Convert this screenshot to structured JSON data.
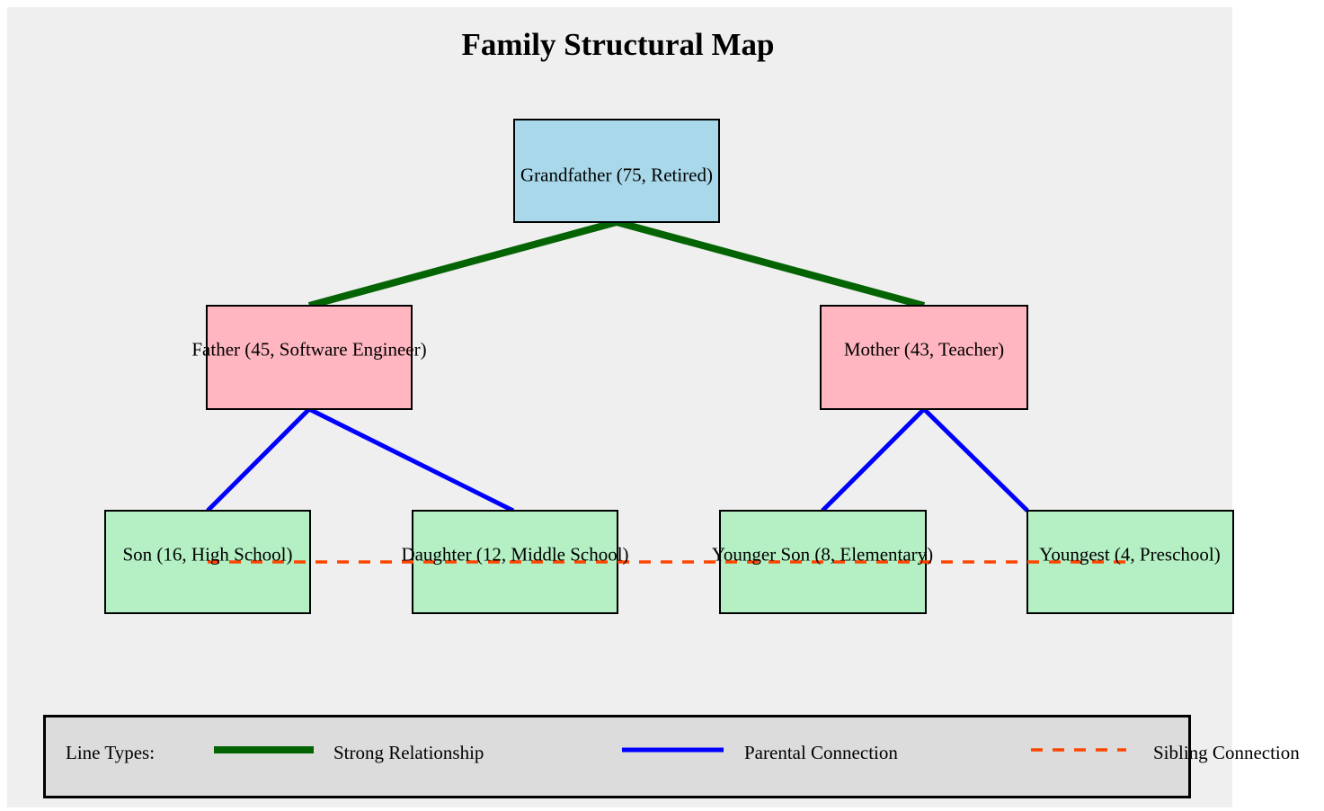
{
  "title": "Family Structural Map",
  "colors": {
    "figure_background": "#efefef",
    "grandparent_fill": "#a8d8ea",
    "parent_fill": "#ffb6c1",
    "child_fill": "#b4f0c4",
    "box_border": "#000000",
    "strong_relationship": "#046404",
    "parental_connection": "#0000ff",
    "sibling_connection": "#ff4500",
    "legend_fill": "#dcdcdc"
  },
  "nodes": {
    "grandfather": {
      "label": "Grandfather (75, Retired)"
    },
    "father": {
      "label": "Father (45, Software Engineer)"
    },
    "mother": {
      "label": "Mother (43, Teacher)"
    },
    "son": {
      "label": "Son (16, High School)"
    },
    "daughter": {
      "label": "Daughter (12, Middle School)"
    },
    "younger_son": {
      "label": "Younger Son (8, Elementary)"
    },
    "youngest": {
      "label": "Youngest (4, Preschool)"
    }
  },
  "edges": {
    "grandfather_father": "strong",
    "grandfather_mother": "strong",
    "father_son": "parental",
    "father_daughter": "parental",
    "mother_younger_son": "parental",
    "mother_youngest": "parental",
    "siblings": "sibling"
  },
  "legend": {
    "heading": "Line Types:",
    "strong_label": "Strong Relationship",
    "parental_label": "Parental Connection",
    "sibling_label": "Sibling Connection"
  }
}
